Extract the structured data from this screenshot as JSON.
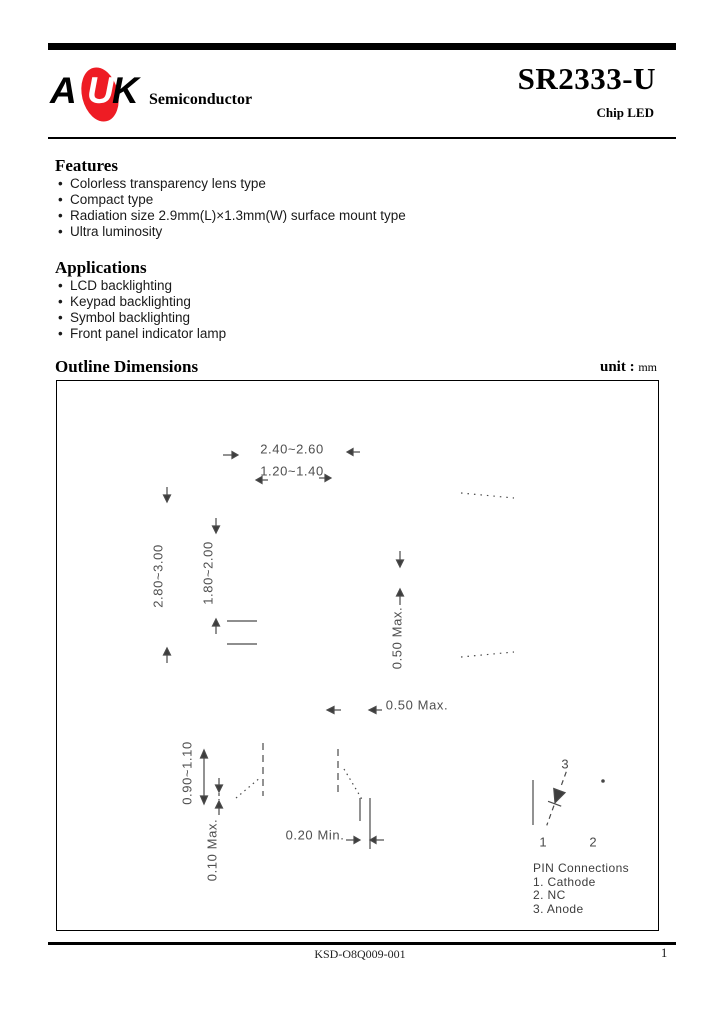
{
  "colors": {
    "logo_red": "#ee1c24"
  },
  "ui": {
    "bullet": "•"
  },
  "header": {
    "logo_a": "A",
    "logo_u": "U",
    "logo_k": "K",
    "company": "Semiconductor",
    "part_number": "SR2333-U",
    "product_type": "Chip LED"
  },
  "features": {
    "heading": "Features",
    "items": [
      "Colorless transparency lens type",
      "Compact type",
      "Radiation size 2.9mm(L)×1.3mm(W) surface mount type",
      "Ultra luminosity"
    ]
  },
  "applications": {
    "heading": "Applications",
    "items": [
      "LCD backlighting",
      "Keypad backlighting",
      "Symbol backlighting",
      "Front panel indicator lamp"
    ]
  },
  "outline": {
    "heading": "Outline Dimensions",
    "unit_label": "unit :",
    "unit_value": "mm",
    "dims": {
      "body_length": "2.40~2.60",
      "lens_length": "1.20~1.40",
      "body_width": "2.80~3.00",
      "lens_width": "1.80~2.00",
      "lens_height": "0.50 Max.",
      "terminal_thickness": "0.50 Max.",
      "body_height": "0.90~1.10",
      "standoff": "0.10 Max.",
      "terminal_width": "0.20 Min."
    },
    "pin_diagram": {
      "pin1": "1",
      "pin2": "2",
      "pin3": "3"
    },
    "pin_connections": {
      "heading": "PIN Connections",
      "items": [
        "1. Cathode",
        "2. NC",
        "3. Anode"
      ]
    }
  },
  "footer": {
    "document_number": "KSD-O8Q009-001",
    "page_number": "1"
  }
}
